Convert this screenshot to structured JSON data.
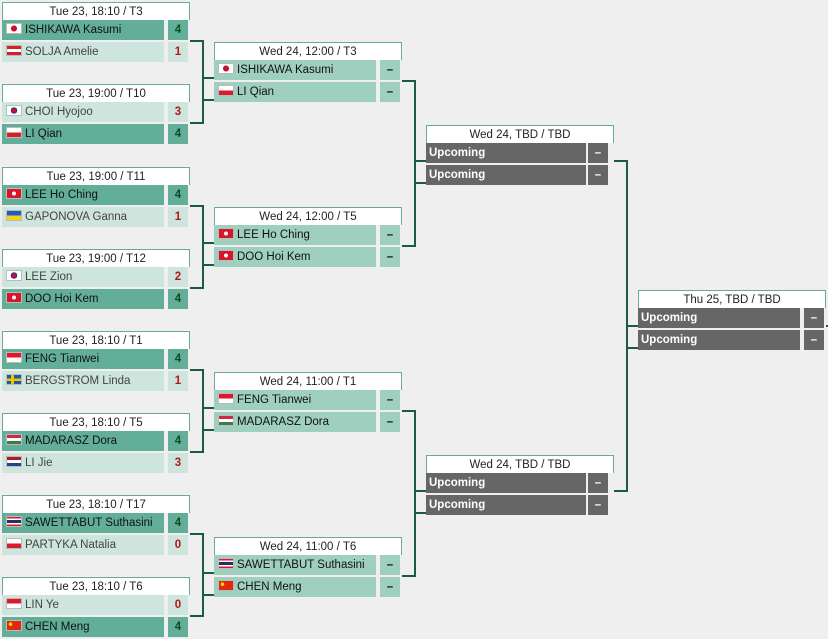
{
  "colors": {
    "winner_row": "#63ae99",
    "loser_row": "#cde5dc",
    "pending_row": "#9fd0bf",
    "upcoming_row": "#666666",
    "connector": "#1b5a47",
    "header_border": "#6aa89a"
  },
  "round1": [
    {
      "header": "Tue 23, 18:10 / T3",
      "p1": {
        "name": "ISHIKAWA Kasumi",
        "flag": "japan-flag",
        "score": "4"
      },
      "p2": {
        "name": "SOLJA Amelie",
        "flag": "austria-flag",
        "score": "1"
      }
    },
    {
      "header": "Tue 23, 19:00 / T10",
      "p1": {
        "name": "CHOI Hyojoo",
        "flag": "korea-flag",
        "score": "3"
      },
      "p2": {
        "name": "LI Qian",
        "flag": "poland-flag",
        "score": "4"
      }
    },
    {
      "header": "Tue 23, 19:00 / T11",
      "p1": {
        "name": "LEE Ho Ching",
        "flag": "hong-kong-flag",
        "score": "4"
      },
      "p2": {
        "name": "GAPONOVA Ganna",
        "flag": "ukraine-flag",
        "score": "1"
      }
    },
    {
      "header": "Tue 23, 19:00 / T12",
      "p1": {
        "name": "LEE Zion",
        "flag": "korea-flag",
        "score": "2"
      },
      "p2": {
        "name": "DOO Hoi Kem",
        "flag": "hong-kong-flag",
        "score": "4"
      }
    },
    {
      "header": "Tue 23, 18:10 / T1",
      "p1": {
        "name": "FENG Tianwei",
        "flag": "singapore-flag",
        "score": "4"
      },
      "p2": {
        "name": "BERGSTROM Linda",
        "flag": "sweden-flag",
        "score": "1"
      }
    },
    {
      "header": "Tue 23, 18:10 / T5",
      "p1": {
        "name": "MADARASZ Dora",
        "flag": "hungary-flag",
        "score": "4"
      },
      "p2": {
        "name": "LI Jie",
        "flag": "netherlands-flag",
        "score": "3"
      }
    },
    {
      "header": "Tue 23, 18:10 / T17",
      "p1": {
        "name": "SAWETTABUT Suthasini",
        "flag": "thailand-flag",
        "score": "4"
      },
      "p2": {
        "name": "PARTYKA Natalia",
        "flag": "poland-flag",
        "score": "0"
      }
    },
    {
      "header": "Tue 23, 18:10 / T6",
      "p1": {
        "name": "LIN Ye",
        "flag": "singapore-flag",
        "score": "0"
      },
      "p2": {
        "name": "CHEN Meng",
        "flag": "china-flag",
        "score": "4"
      }
    }
  ],
  "round2": [
    {
      "header": "Wed 24, 12:00 / T3",
      "p1": {
        "name": "ISHIKAWA Kasumi",
        "flag": "japan-flag",
        "score": "–"
      },
      "p2": {
        "name": "LI Qian",
        "flag": "poland-flag",
        "score": "–"
      }
    },
    {
      "header": "Wed 24, 12:00 / T5",
      "p1": {
        "name": "LEE Ho Ching",
        "flag": "hong-kong-flag",
        "score": "–"
      },
      "p2": {
        "name": "DOO Hoi Kem",
        "flag": "hong-kong-flag",
        "score": "–"
      }
    },
    {
      "header": "Wed 24, 11:00 / T1",
      "p1": {
        "name": "FENG Tianwei",
        "flag": "singapore-flag",
        "score": "–"
      },
      "p2": {
        "name": "MADARASZ Dora",
        "flag": "hungary-flag",
        "score": "–"
      }
    },
    {
      "header": "Wed 24, 11:00 / T6",
      "p1": {
        "name": "SAWETTABUT Suthasini",
        "flag": "thailand-flag",
        "score": "–"
      },
      "p2": {
        "name": "CHEN Meng",
        "flag": "china-flag",
        "score": "–"
      }
    }
  ],
  "round3": [
    {
      "header": "Wed 24, TBD / TBD",
      "p1": {
        "name": "Upcoming",
        "score": "–"
      },
      "p2": {
        "name": "Upcoming",
        "score": "–"
      }
    },
    {
      "header": "Wed 24, TBD / TBD",
      "p1": {
        "name": "Upcoming",
        "score": "–"
      },
      "p2": {
        "name": "Upcoming",
        "score": "–"
      }
    }
  ],
  "round4": [
    {
      "header": "Thu 25, TBD / TBD",
      "p1": {
        "name": "Upcoming",
        "score": "–"
      },
      "p2": {
        "name": "Upcoming",
        "score": "–"
      }
    }
  ]
}
